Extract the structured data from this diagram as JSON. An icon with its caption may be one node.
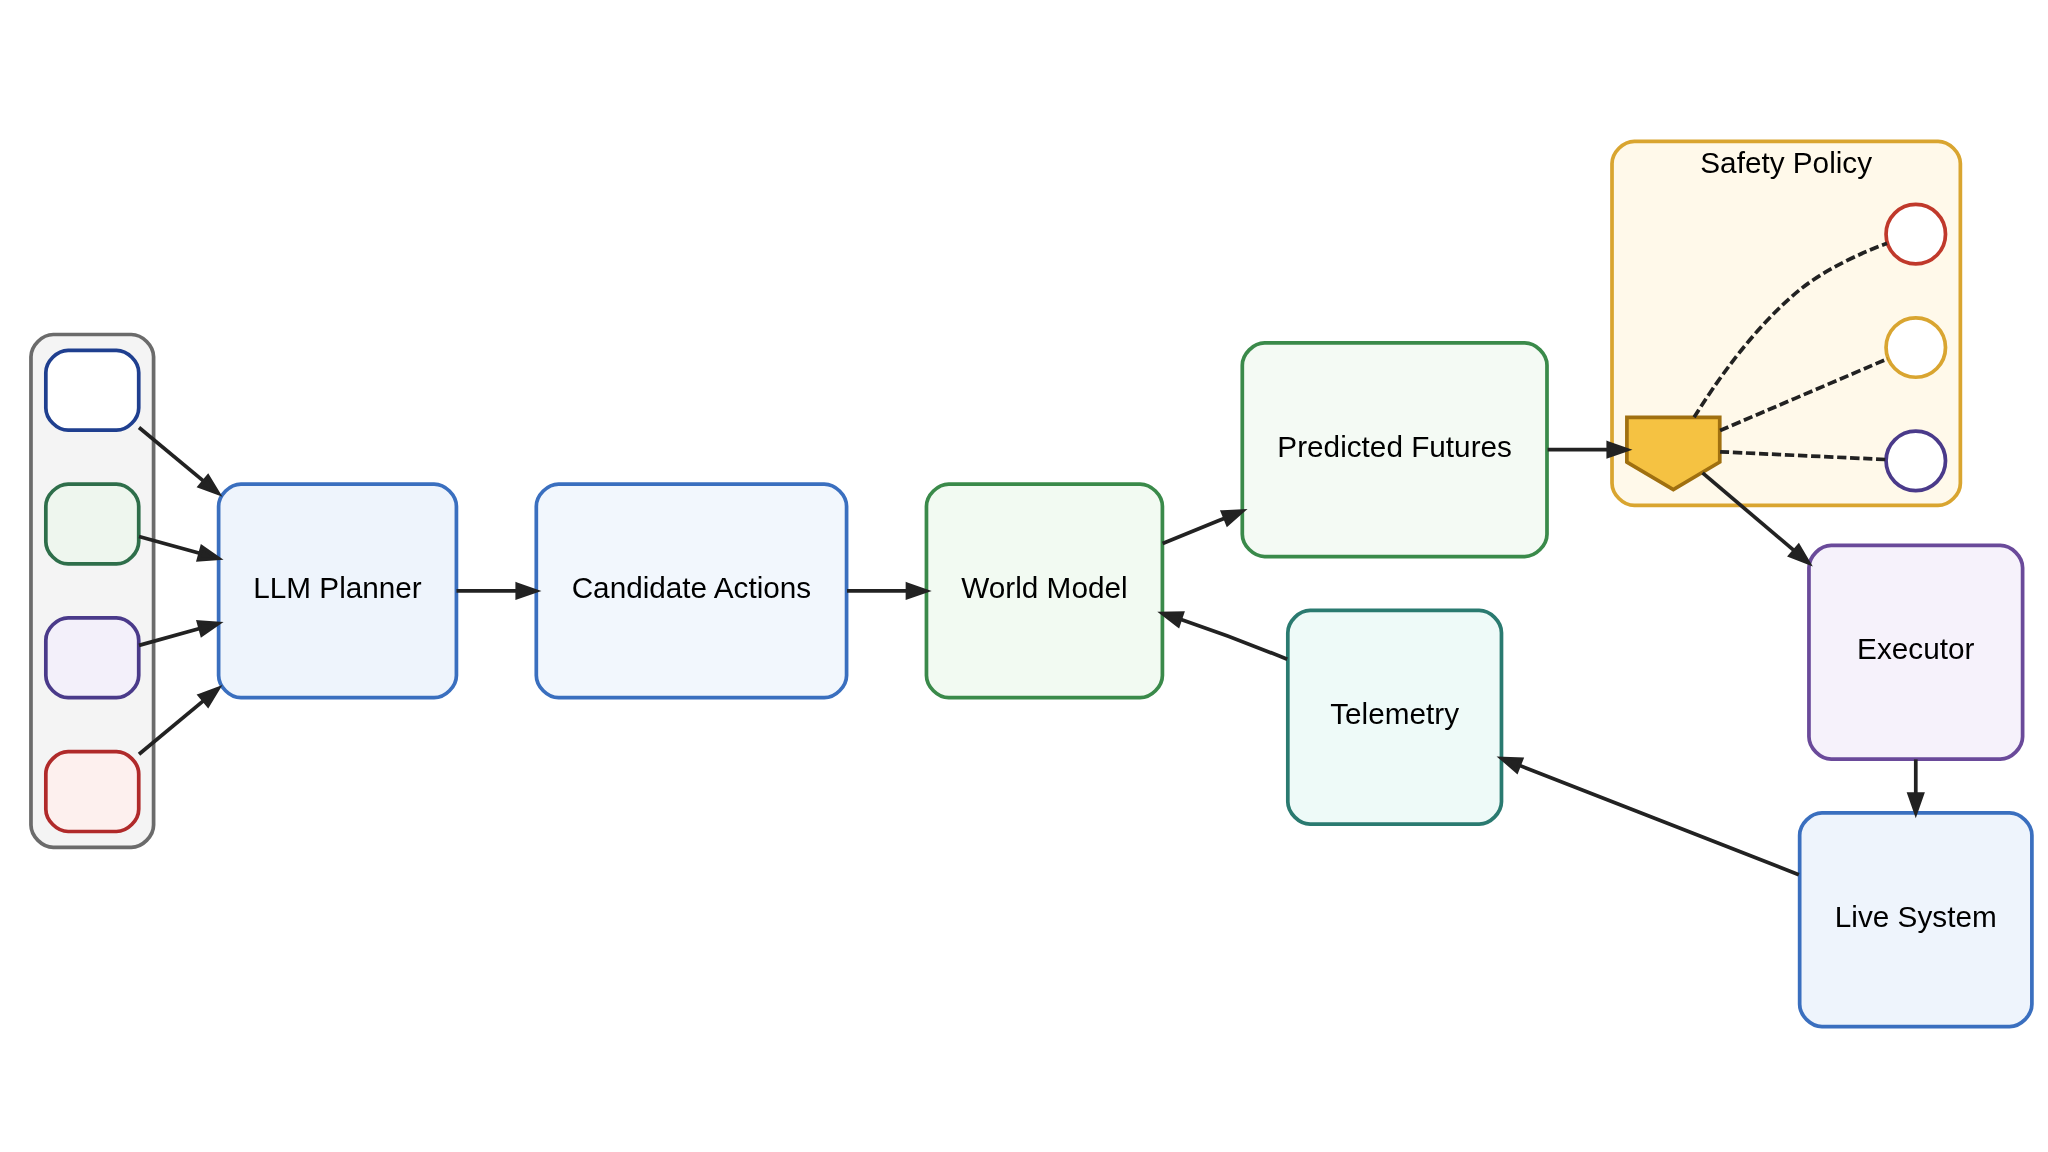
{
  "diagram": {
    "nodes": [
      {
        "text": [],
        "shape": "box"
      },
      {
        "text": [],
        "shape": "box",
        "in": 0
      },
      {
        "text": [],
        "shape": "box",
        "in": 0
      },
      {
        "text": [],
        "shape": "box",
        "in": 0
      },
      {
        "text": [],
        "shape": "box",
        "in": 0
      },
      {
        "text": [
          "LLM Planner"
        ]
      },
      {
        "text": [
          "Candidate Actions"
        ]
      },
      {
        "text": [
          "World Model"
        ]
      },
      {
        "text": [
          "Predicted Futures"
        ]
      },
      {
        "text": [
          "Safety Policy"
        ]
      },
      {
        "text": [],
        "shape": "shield",
        "in": 9
      },
      {
        "text": [],
        "shape": "circle",
        "in": 9
      },
      {
        "text": [],
        "shape": "circle",
        "in": 9
      },
      {
        "text": [],
        "shape": "circle",
        "in": 9
      },
      {
        "text": [
          "Executor"
        ]
      },
      {
        "text": [
          "Live System"
        ]
      },
      {
        "text": [
          "Telemetry"
        ]
      }
    ],
    "edges": [
      {
        "from": 1,
        "to": 5,
        "arrow": "to"
      },
      {
        "from": 2,
        "to": 5,
        "arrow": "to"
      },
      {
        "from": 3,
        "to": 5,
        "arrow": "to"
      },
      {
        "from": 4,
        "to": 5,
        "arrow": "to"
      },
      {
        "from": 5,
        "to": 6,
        "arrow": "to"
      },
      {
        "from": 6,
        "to": 7,
        "arrow": "to"
      },
      {
        "from": 7,
        "to": 8,
        "arrow": "to"
      },
      {
        "from": 8,
        "to": 10,
        "arrow": "to"
      },
      {
        "from": 10,
        "to": 11,
        "arrow": "none",
        "style": "dashed"
      },
      {
        "from": 10,
        "to": 12,
        "arrow": "none",
        "style": "dashed"
      },
      {
        "from": 10,
        "to": 13,
        "arrow": "none",
        "style": "dashed"
      },
      {
        "from": 10,
        "to": 14,
        "arrow": "to"
      },
      {
        "from": 14,
        "to": 15,
        "arrow": "to"
      },
      {
        "from": 15,
        "to": 16,
        "arrow": "to"
      },
      {
        "from": 16,
        "to": 7,
        "arrow": "to"
      }
    ]
  }
}
